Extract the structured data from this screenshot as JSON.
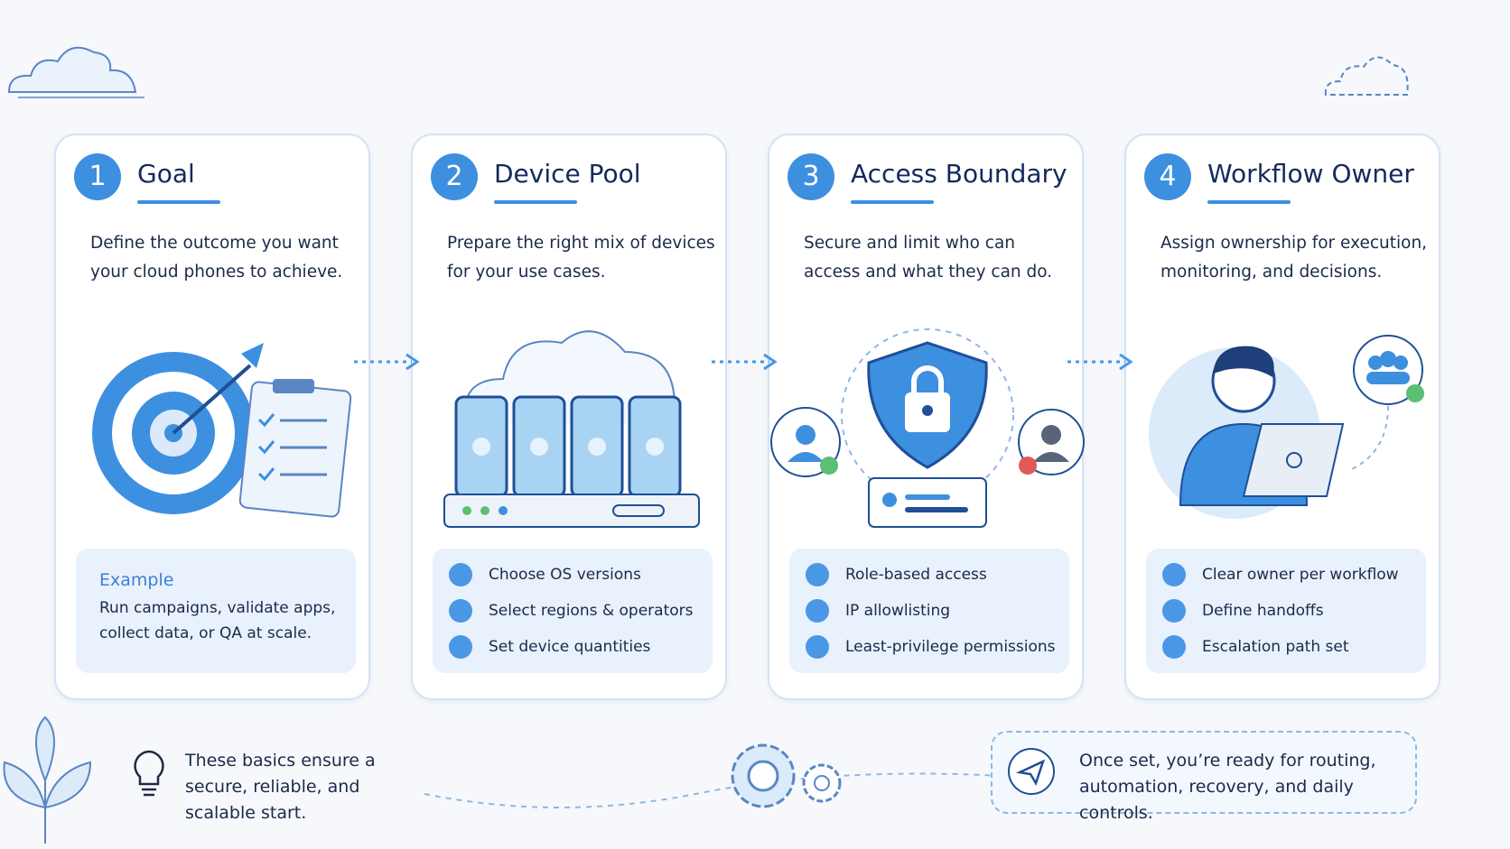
{
  "steps": [
    {
      "number": "1",
      "title": "Goal",
      "description": "Define the outcome you want your cloud phones to achieve.",
      "example": {
        "label": "Example",
        "text": "Run campaigns, validate apps, collect data, or QA at scale."
      }
    },
    {
      "number": "2",
      "title": "Device Pool",
      "description": "Prepare the right mix of devices for your use cases.",
      "checklist": [
        "Choose OS versions",
        "Select regions & operators",
        "Set device quantities"
      ]
    },
    {
      "number": "3",
      "title": "Access Boundary",
      "description": "Secure and limit who can access and what they can do.",
      "checklist": [
        "Role-based access",
        "IP allowlisting",
        "Least-privilege permissions"
      ]
    },
    {
      "number": "4",
      "title": "Workflow Owner",
      "description": "Assign ownership for execution, monitoring, and decisions.",
      "checklist": [
        "Clear owner per workflow",
        "Define handoffs",
        "Escalation path set"
      ]
    }
  ],
  "footer": {
    "left_note": "These basics ensure a secure, reliable, and scalable start.",
    "right_note": "Once set, you’re ready for routing, automation, recovery, and daily controls."
  },
  "icons": [
    "target-icon",
    "checklist-icon",
    "cloud-icon",
    "phone-icon",
    "shield-lock-icon",
    "user-icon",
    "hacker-icon",
    "id-card-icon",
    "person-laptop-icon",
    "team-icon",
    "lightbulb-icon",
    "gear-icon",
    "paper-plane-icon",
    "leaf-icon"
  ],
  "colors": {
    "accent": "#3d8fe0",
    "panel": "#e8f1fc",
    "card_border": "#d6e3f5",
    "check_ok": "#5cbf73",
    "check_bad": "#e05a5a"
  }
}
